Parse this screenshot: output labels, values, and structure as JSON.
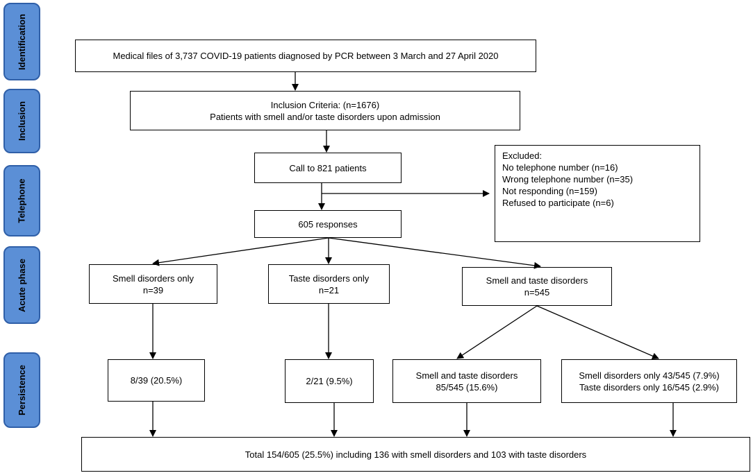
{
  "phases": {
    "identification": "Identification",
    "inclusion": "Inclusion",
    "telephone": "Telephone",
    "acute": "Acute phase",
    "persistence": "Persistence"
  },
  "boxes": {
    "medical_files": "Medical files of 3,737 COVID-19 patients diagnosed by PCR between 3 March and 27 April 2020",
    "inclusion_title": "Inclusion Criteria: (n=1676)",
    "inclusion_desc": "Patients with smell and/or taste disorders upon admission",
    "call": "Call to 821 patients",
    "responses": "605 responses",
    "excluded": {
      "title": "Excluded:",
      "items": [
        "No telephone number (n=16)",
        "Wrong telephone number (n=35)",
        "Not responding (n=159)",
        "Refused to participate (n=6)"
      ]
    },
    "smell_only": {
      "title": "Smell disorders only",
      "n": "n=39"
    },
    "taste_only": {
      "title": "Taste disorders only",
      "n": "n=21"
    },
    "smell_taste": {
      "title": "Smell and taste disorders",
      "n": "n=545"
    },
    "persist_smell": "8/39 (20.5%)",
    "persist_taste": "2/21 (9.5%)",
    "persist_both": {
      "title": "Smell and taste disorders",
      "value": "85/545 (15.6%)"
    },
    "persist_split": {
      "smell": "Smell disorders only 43/545 (7.9%)",
      "taste": "Taste disorders only 16/545 (2.9%)"
    },
    "total": "Total 154/605 (25.5%) including 136 with smell disorders and 103 with taste disorders"
  }
}
